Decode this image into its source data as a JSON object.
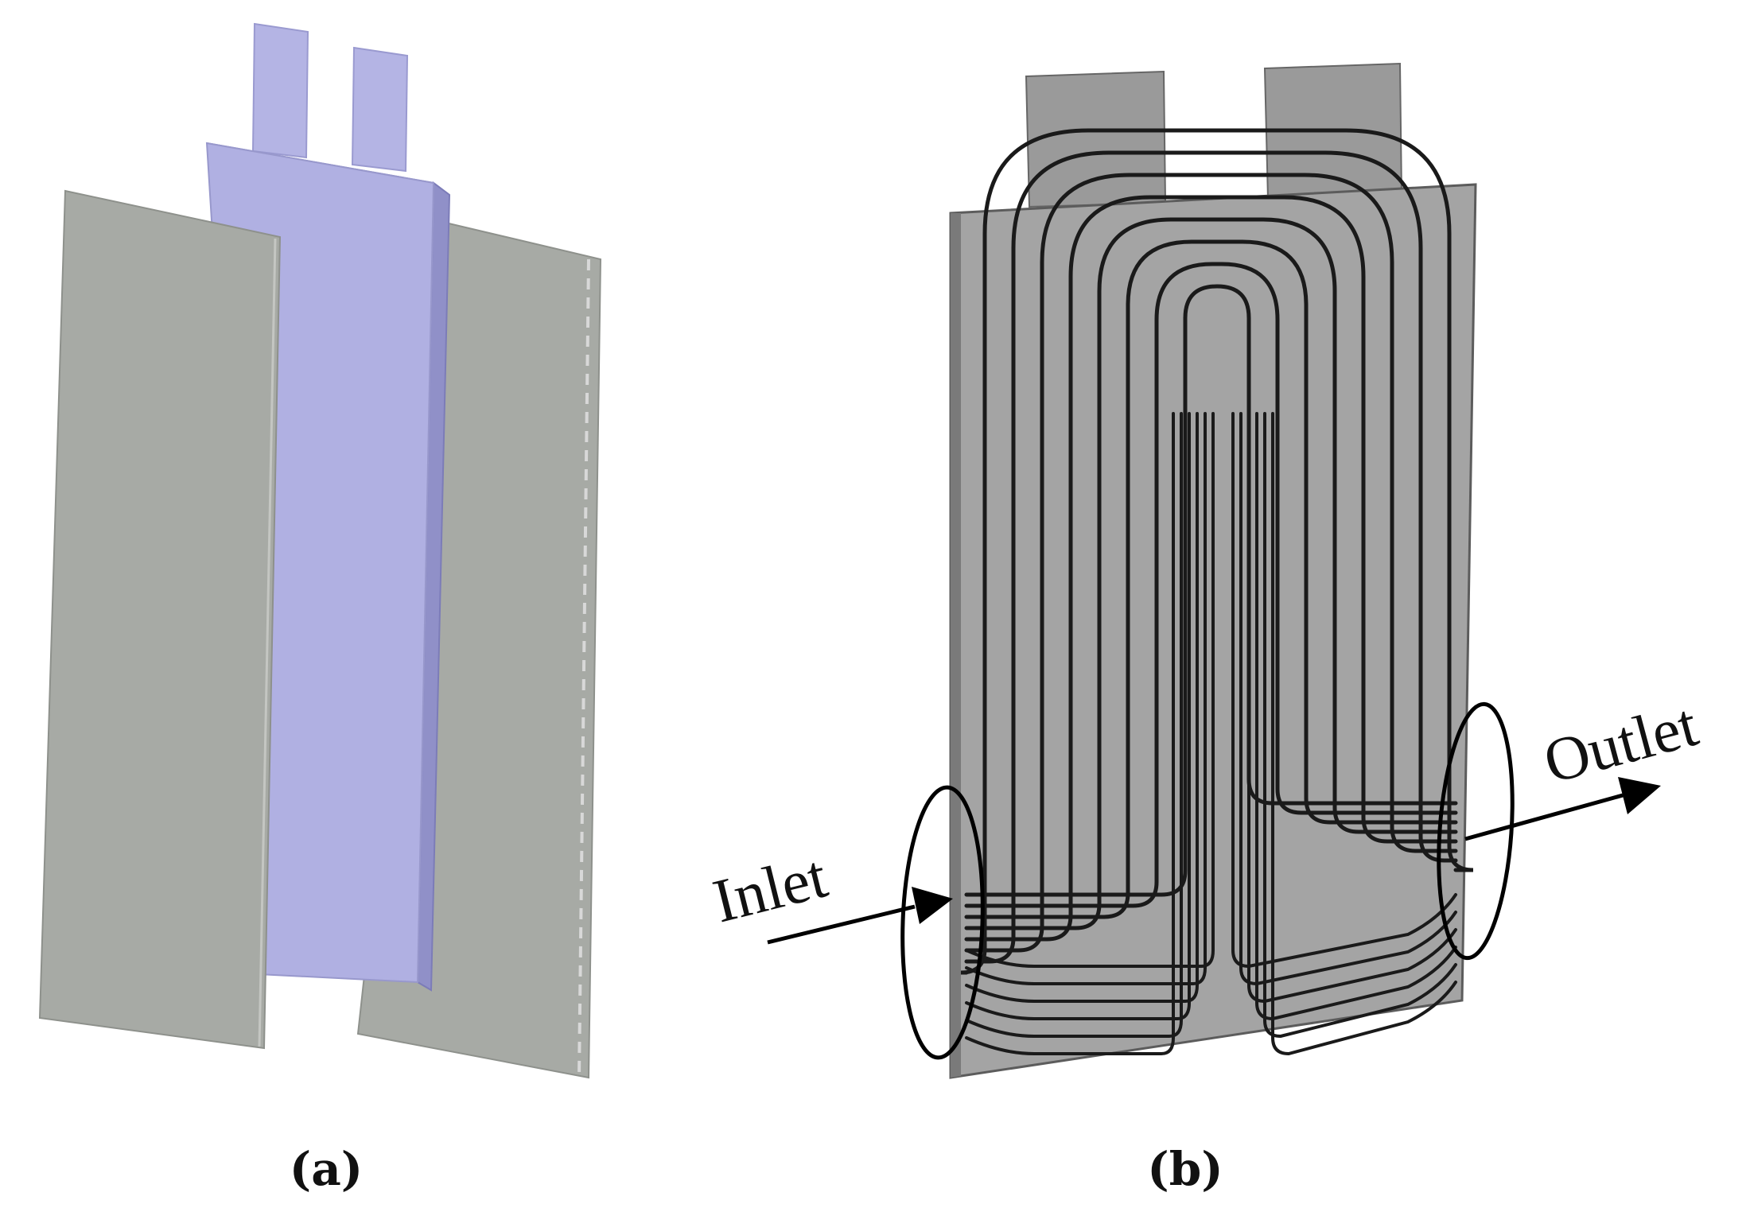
{
  "panels": [
    {
      "id": "a",
      "caption": "(a)",
      "colors": {
        "plate": "#a7aaa5",
        "plate_edge": "#8e918c",
        "cell_face": "#b0b0e2",
        "cell_side": "#9090c8",
        "cell_top": "#c0c0ea",
        "tab": "#b4b4e4"
      }
    },
    {
      "id": "b",
      "caption": "(b)",
      "inlet_label": "Inlet",
      "outlet_label": "Outlet",
      "colors": {
        "plate": "#a4a4a4",
        "plate_edge": "#7a7a7a",
        "tab": "#9a9a9a",
        "channel": "#1a1a1a"
      }
    }
  ]
}
